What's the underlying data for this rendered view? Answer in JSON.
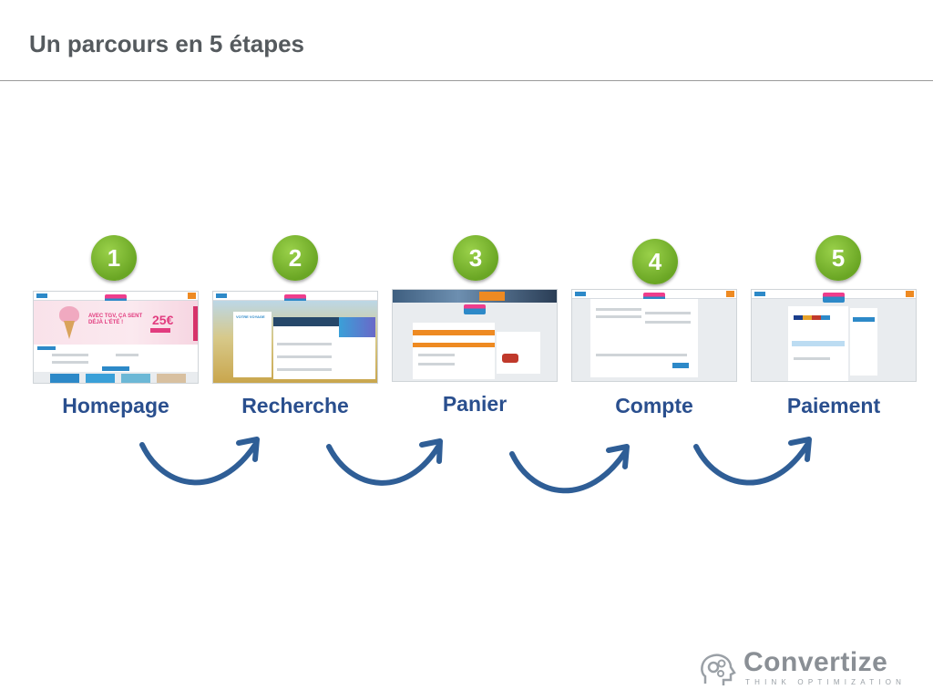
{
  "slide": {
    "title": "Un parcours en 5 étapes"
  },
  "steps": [
    {
      "number": "1",
      "label": "Homepage"
    },
    {
      "number": "2",
      "label": "Recherche"
    },
    {
      "number": "3",
      "label": "Panier"
    },
    {
      "number": "4",
      "label": "Compte"
    },
    {
      "number": "5",
      "label": "Paiement"
    }
  ],
  "screenshots": {
    "home": {
      "headline": "AVEC TGV, ÇA SENT DÉJÀ L'ÉTÉ !",
      "price": "25€"
    },
    "search": {
      "heading": "VOTRE VOYAGE"
    }
  },
  "brand": {
    "name": "Convertize",
    "tagline": "THINK OPTIMIZATION"
  },
  "colors": {
    "accent_green": "#6aa624",
    "label_blue": "#2a4f8e",
    "arrow_blue": "#2f5e96",
    "site_blue": "#2d89c8",
    "site_orange": "#ee8a22"
  }
}
